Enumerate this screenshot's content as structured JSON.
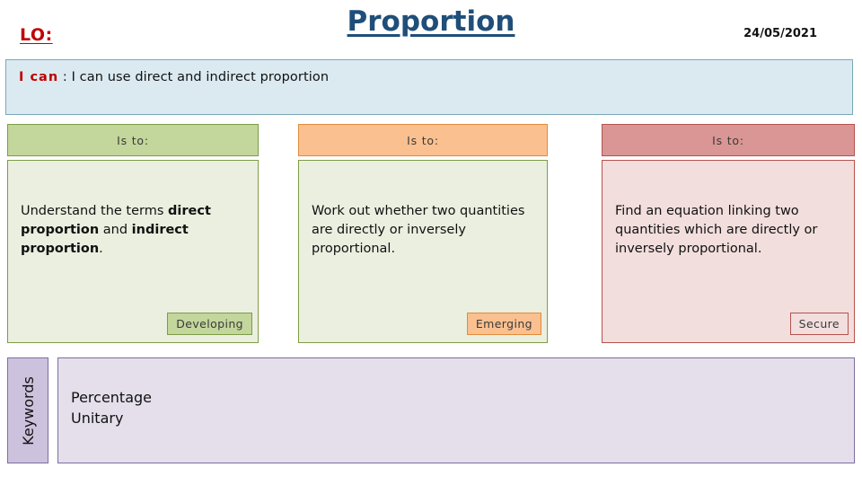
{
  "header": {
    "lo_label": "LO:",
    "title": "Proportion",
    "date": "24/05/2021"
  },
  "objective": {
    "prefix": "I can",
    "separator": " : ",
    "text": "I can use direct and indirect proportion",
    "background_color": "#dbeaf1",
    "border_color": "#7aa7b7",
    "prefix_color": "#c00000"
  },
  "columns": [
    {
      "header": "Is to:",
      "text_segments": [
        {
          "text": "Understand the terms ",
          "bold": false
        },
        {
          "text": "direct proportion",
          "bold": true
        },
        {
          "text": " and ",
          "bold": false
        },
        {
          "text": "indirect proportion",
          "bold": true
        },
        {
          "text": ".",
          "bold": false
        }
      ],
      "badge": "Developing",
      "header_color": "#c3d69b",
      "body_color": "#ebefe0",
      "border_color": "#7d9c46",
      "badge_color": "#c3d69b"
    },
    {
      "header": "Is to:",
      "text_segments": [
        {
          "text": "Work out whether two quantities are directly or inversely proportional.",
          "bold": false
        }
      ],
      "badge": "Emerging",
      "header_color": "#fac090",
      "body_color": "#ebefe0",
      "border_color": "#7d9c46",
      "badge_color": "#fac090"
    },
    {
      "header": "Is to:",
      "text_segments": [
        {
          "text": "Find an equation linking two quantities which are directly or inversely proportional.",
          "bold": false
        }
      ],
      "badge": "Secure",
      "header_color": "#d99694",
      "body_color": "#f2dedd",
      "border_color": "#b4534f",
      "badge_color": "#f2dedd"
    }
  ],
  "keywords": {
    "tab_label": "Keywords",
    "items": [
      "Percentage",
      "Unitary"
    ],
    "tab_color": "#cdc2dd",
    "panel_color": "#e4dfeb",
    "border_color": "#7f6da0"
  }
}
